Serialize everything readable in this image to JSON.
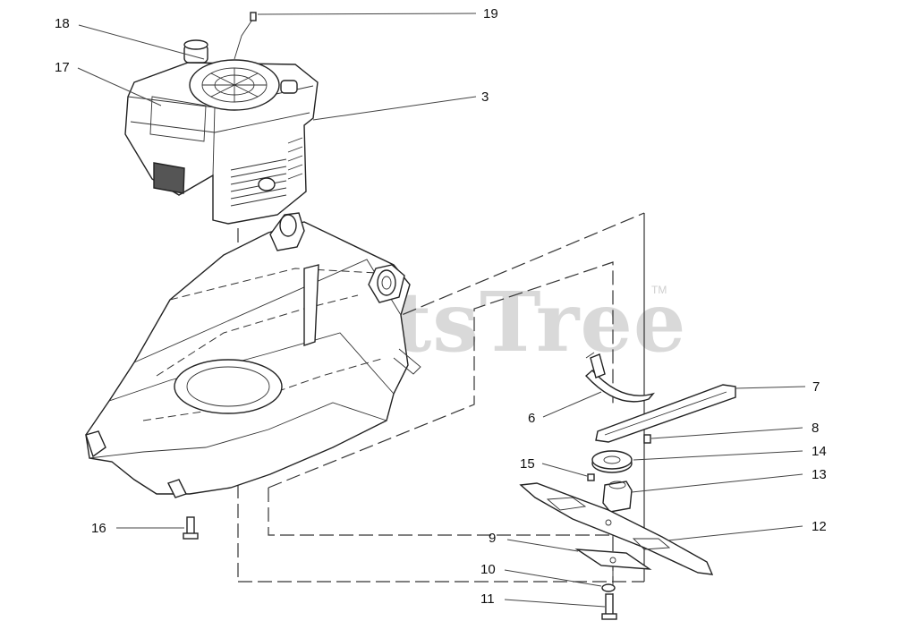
{
  "watermark": {
    "text": "PartsTree",
    "mark": "TM"
  },
  "callouts": [
    "18",
    "19",
    "17",
    "3",
    "7",
    "6",
    "8",
    "14",
    "15",
    "13",
    "16",
    "12",
    "9",
    "10",
    "11"
  ]
}
